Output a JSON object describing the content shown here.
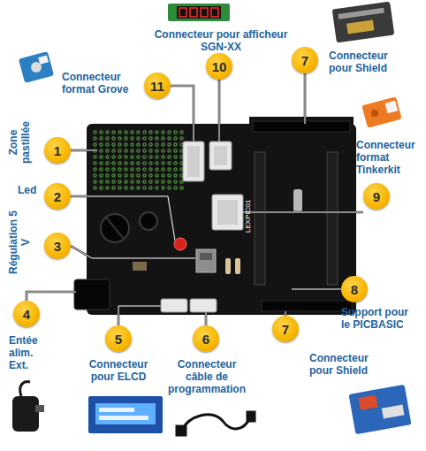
{
  "diagram": {
    "nodes": [
      {
        "text": [
          "10",
          "Connecteur pour afficheur SGN-XX"
        ]
      },
      {
        "text": [
          "7",
          "Connecteur pour Shield"
        ]
      },
      {
        "text": [
          "11",
          "Connecteur format Grove"
        ]
      },
      {
        "text": [
          "1",
          "Zone pastillée"
        ]
      },
      {
        "text": [
          "2",
          "Led"
        ]
      },
      {
        "text": [
          "9",
          "Connecteur format Tinkerkit"
        ]
      },
      {
        "text": [
          "3",
          "Régulation 5 V"
        ]
      },
      {
        "text": [
          "8",
          "Support pour le PICBASIC"
        ]
      },
      {
        "text": [
          "4",
          "Entée alim. Ext."
        ]
      },
      {
        "text": [
          "7",
          "Connecteur pour Shield"
        ]
      },
      {
        "text": [
          "5",
          "Connecteur pour ELCD"
        ]
      },
      {
        "text": [
          "6",
          "Connecteur câble de programmation"
        ]
      }
    ],
    "labels": [
      "LEXPIC01"
    ]
  }
}
